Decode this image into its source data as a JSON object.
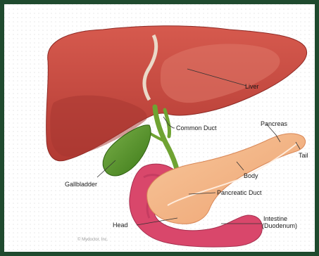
{
  "labels": {
    "liver": "Liver",
    "common_duct": "Common Duct",
    "pancreas": "Pancreas",
    "tail": "Tail",
    "gallbladder": "Gallbladder",
    "body": "Body",
    "pancreatic_duct": "Pancreatic Duct",
    "head": "Head",
    "intestine_line1": "Intestine",
    "intestine_line2": "(Duodenum)"
  },
  "copyright": "© Mydoctor, Inc.",
  "colors": {
    "frame": "#1f4a2e",
    "liver": "#c9453e",
    "gallbladder": "#4f8f1f",
    "duct": "#7fb23a",
    "pancreas": "#f2b17e",
    "intestine": "#d9476b"
  }
}
